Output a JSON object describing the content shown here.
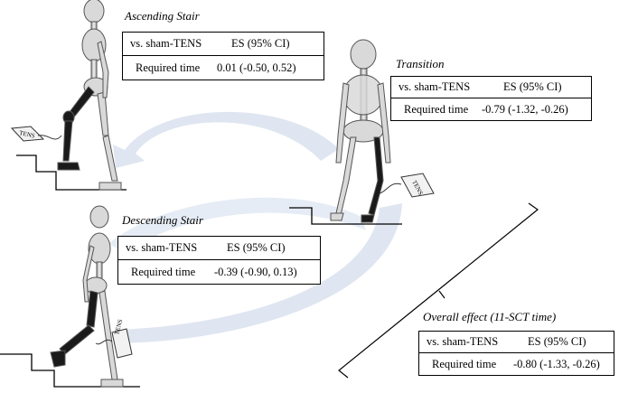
{
  "colors": {
    "arrow": "#dfe6f1",
    "bone_light": "#d9d9d9",
    "bone_dark": "#1a1a1a",
    "stroke": "#555555"
  },
  "device_label": "TENS",
  "panels": {
    "ascending": {
      "title": "Ascending Stair",
      "comparison": "vs. sham-TENS",
      "es_header": "ES (95% CI)",
      "measure": "Required time",
      "value": "0.01 (-0.50, 0.52)"
    },
    "transition": {
      "title": "Transition",
      "comparison": "vs. sham-TENS",
      "es_header": "ES (95% CI)",
      "measure": "Required time",
      "value": "-0.79 (-1.32, -0.26)"
    },
    "descending": {
      "title": "Descending Stair",
      "comparison": "vs. sham-TENS",
      "es_header": "ES (95% CI)",
      "measure": "Required time",
      "value": "-0.39 (-0.90, 0.13)"
    },
    "overall": {
      "title": "Overall effect (11-SCT time)",
      "comparison": "vs. sham-TENS",
      "es_header": "ES (95% CI)",
      "measure": "Required time",
      "value": "-0.80 (-1.33, -0.26)"
    }
  }
}
